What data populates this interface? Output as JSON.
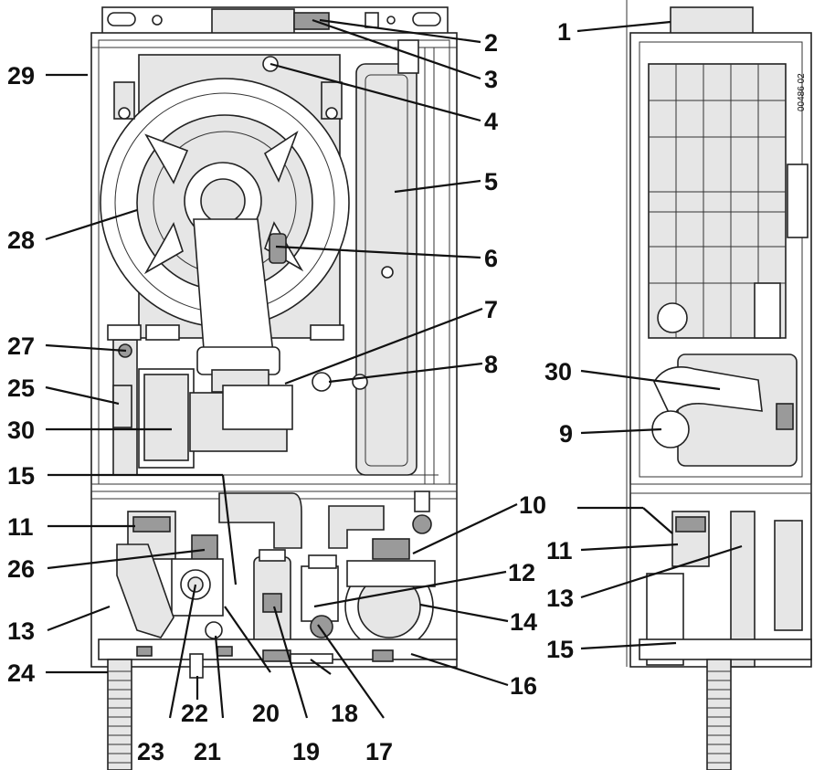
{
  "drawing_code": "00486 02",
  "labels_left": {
    "l29": "29",
    "l28": "28",
    "l27": "27",
    "l25": "25",
    "l30": "30",
    "l15": "15",
    "l11": "11",
    "l26": "26",
    "l13": "13",
    "l24": "24",
    "l22": "22",
    "l23": "23",
    "l21": "21",
    "l20": "20",
    "l19": "19",
    "l18": "18",
    "l17": "17",
    "l16": "16",
    "l14": "14",
    "l12": "12",
    "l10": "10",
    "l8": "8",
    "l7": "7",
    "l6": "6",
    "l5": "5",
    "l4": "4",
    "l3": "3",
    "l2": "2"
  },
  "labels_right": {
    "l1": "1",
    "l30": "30",
    "l9": "9",
    "l11": "11",
    "l13": "13",
    "l15": "15"
  }
}
